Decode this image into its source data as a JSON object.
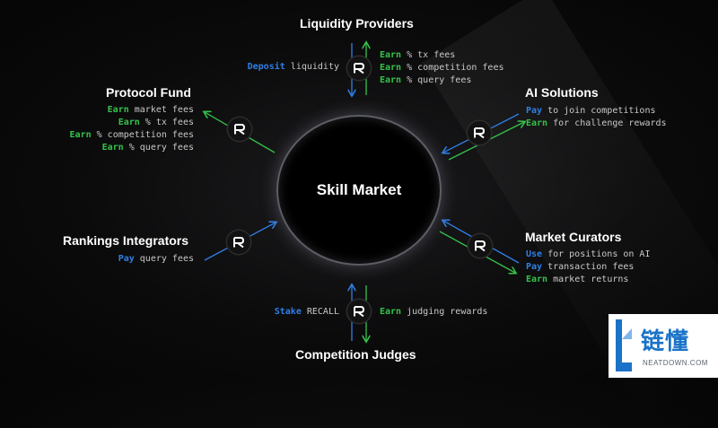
{
  "hub": {
    "label": "Skill Market"
  },
  "colors": {
    "earn": "#35c24a",
    "pay": "#2f7fe6",
    "text": "#c9c9c9",
    "background": "#0b0b0c"
  },
  "logo_icon": "recall-r-logo",
  "nodes": {
    "liquidity_providers": {
      "title": "Liquidity Providers",
      "left_lines": [
        {
          "keyword": "Deposit",
          "text": " liquidity",
          "kind": "pay"
        }
      ],
      "right_lines": [
        {
          "keyword": "Earn",
          "text": " % tx fees",
          "kind": "earn"
        },
        {
          "keyword": "Earn",
          "text": " % competition fees",
          "kind": "earn"
        },
        {
          "keyword": "Earn",
          "text": " % query fees",
          "kind": "earn"
        }
      ]
    },
    "protocol_fund": {
      "title": "Protocol Fund",
      "lines": [
        {
          "keyword": "Earn",
          "text": " market fees",
          "kind": "earn"
        },
        {
          "keyword": "Earn",
          "text": " % tx fees",
          "kind": "earn"
        },
        {
          "keyword": "Earn",
          "text": " % competition fees",
          "kind": "earn"
        },
        {
          "keyword": "Earn",
          "text": " % query fees",
          "kind": "earn"
        }
      ]
    },
    "ai_solutions": {
      "title": "AI Solutions",
      "lines": [
        {
          "keyword": "Pay",
          "text": " to join competitions",
          "kind": "pay"
        },
        {
          "keyword": "Earn",
          "text": " for challenge rewards",
          "kind": "earn"
        }
      ]
    },
    "rankings_integrators": {
      "title": "Rankings Integrators",
      "lines": [
        {
          "keyword": "Pay",
          "text": " query fees",
          "kind": "pay"
        }
      ]
    },
    "market_curators": {
      "title": "Market Curators",
      "lines": [
        {
          "keyword": "Use",
          "text": " for positions on AI",
          "kind": "pay"
        },
        {
          "keyword": "Pay",
          "text": " transaction fees",
          "kind": "pay"
        },
        {
          "keyword": "Earn",
          "text": " market returns",
          "kind": "earn"
        }
      ]
    },
    "competition_judges": {
      "title": "Competition Judges",
      "left_lines": [
        {
          "keyword": "Stake",
          "text": " RECALL",
          "kind": "pay"
        }
      ],
      "right_lines": [
        {
          "keyword": "Earn",
          "text": " judging rewards",
          "kind": "earn"
        }
      ]
    }
  },
  "watermark": {
    "cn_text": "链懂",
    "en_text": "NEATDOWN.COM"
  }
}
